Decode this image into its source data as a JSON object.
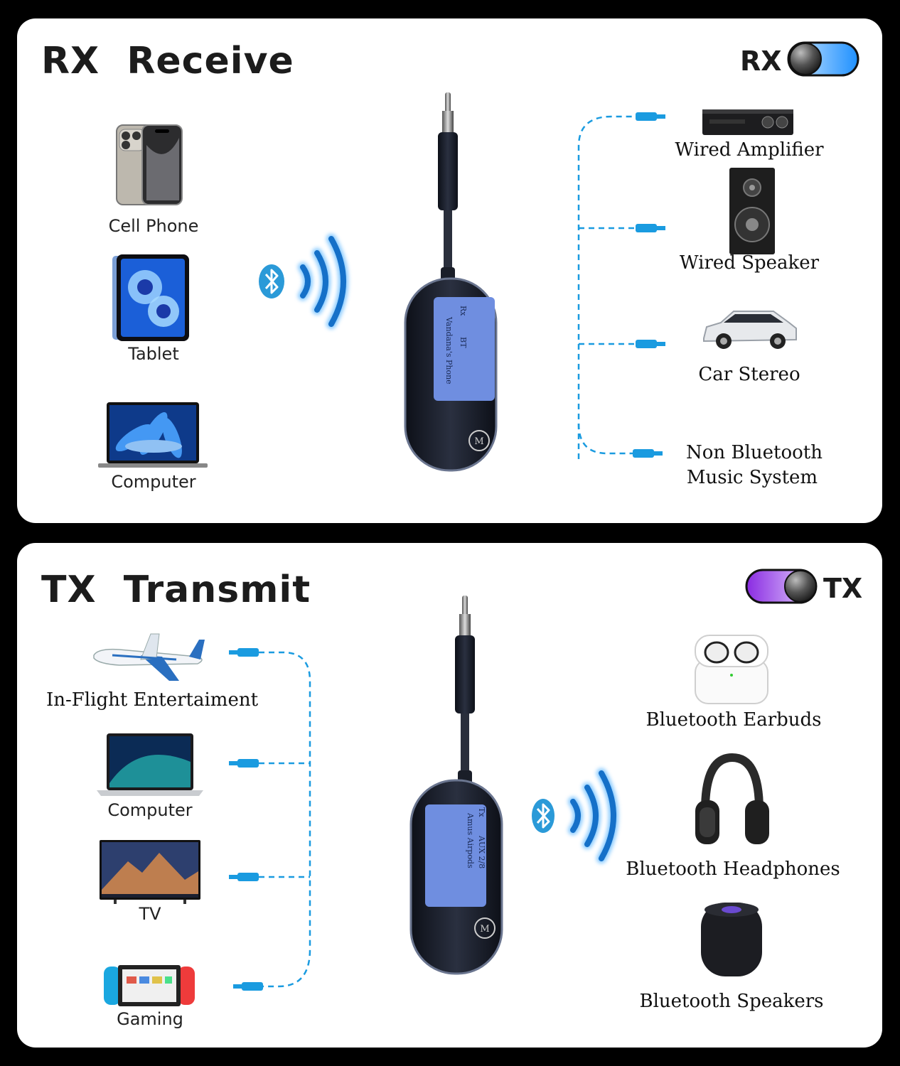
{
  "rx": {
    "title": "RX  Receive",
    "mode_label": "RX",
    "sources": [
      {
        "label": "Cell Phone",
        "icon": "cell-phone-icon"
      },
      {
        "label": "Tablet",
        "icon": "tablet-icon"
      },
      {
        "label": "Computer",
        "icon": "laptop-icon"
      }
    ],
    "outputs": [
      {
        "label": "Wired Amplifier",
        "icon": "amplifier-icon"
      },
      {
        "label": "Wired Speaker",
        "icon": "speaker-icon"
      },
      {
        "label": "Car Stereo",
        "icon": "car-icon"
      },
      {
        "label": "Non Bluetooth",
        "label2": "Music System",
        "icon": "music-system-icon"
      }
    ],
    "screen": {
      "line1": "Rx",
      "line2": "BT",
      "line3": "Vandana's Phone"
    }
  },
  "tx": {
    "title": "TX  Transmit",
    "mode_label": "TX",
    "sources": [
      {
        "label": "In-Flight Entertaiment",
        "icon": "airplane-icon"
      },
      {
        "label": "Computer",
        "icon": "laptop-icon"
      },
      {
        "label": "TV",
        "icon": "tv-icon"
      },
      {
        "label": "Gaming",
        "icon": "game-console-icon"
      }
    ],
    "outputs": [
      {
        "label": "Bluetooth Earbuds",
        "icon": "earbuds-icon"
      },
      {
        "label": "Bluetooth Headphones",
        "icon": "headphones-icon"
      },
      {
        "label": "Bluetooth Speakers",
        "icon": "smart-speaker-icon"
      }
    ],
    "screen": {
      "line1": "Tx",
      "line2": "AUX  2/8",
      "line3": "Amus Airpods"
    }
  },
  "colors": {
    "accent_blue": "#1a9be0",
    "toggle_blue": "#1e90ff",
    "toggle_purple": "#8a2be2",
    "device": "#1f2433"
  }
}
